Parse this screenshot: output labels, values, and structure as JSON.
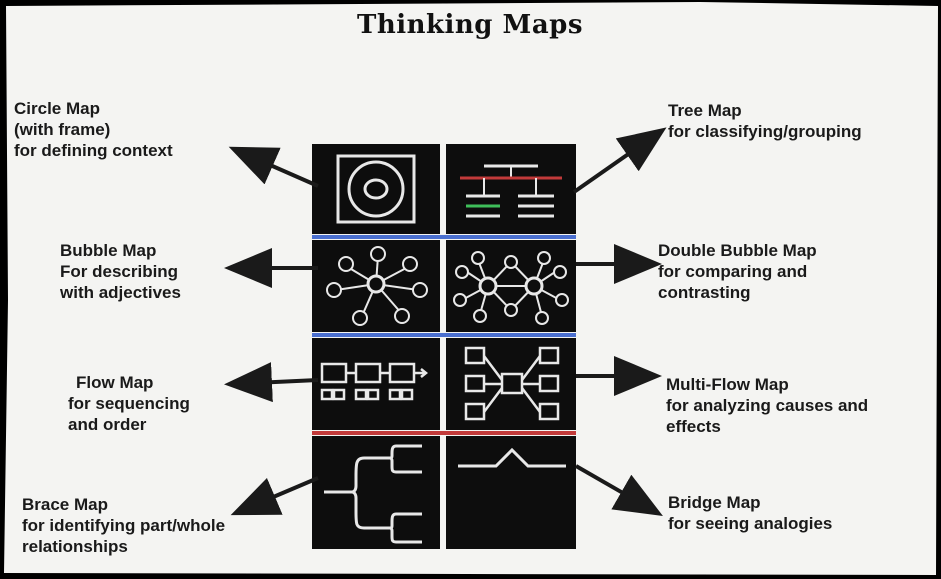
{
  "title": "Thinking Maps",
  "maps": [
    {
      "id": "circle",
      "lines": [
        "Circle Map",
        "(with frame)",
        "for defining context"
      ]
    },
    {
      "id": "tree",
      "lines": [
        "Tree Map",
        "for classifying/grouping"
      ]
    },
    {
      "id": "bubble",
      "lines": [
        "Bubble Map",
        "For describing",
        "with adjectives"
      ]
    },
    {
      "id": "double-bubble",
      "lines": [
        "Double Bubble Map",
        "for comparing and",
        "contrasting"
      ]
    },
    {
      "id": "flow",
      "lines": [
        "Flow Map",
        "for sequencing",
        "and order"
      ]
    },
    {
      "id": "multi-flow",
      "lines": [
        "Multi-Flow Map",
        "for analyzing causes and",
        "effects"
      ]
    },
    {
      "id": "brace",
      "lines": [
        "Brace Map",
        "for identifying part/whole",
        "relationships"
      ]
    },
    {
      "id": "bridge",
      "lines": [
        "Bridge Map",
        "for seeing analogies"
      ]
    }
  ],
  "colors": {
    "paper": "#f4f4f2",
    "background": "#000000",
    "tile": "#0d0d0d",
    "icon_line": "#e8e8e8",
    "divider_red": "#c23a3a",
    "divider_blue": "#4a6fd0",
    "accent_green": "#3fbf5a",
    "text": "#1a1a1a"
  }
}
